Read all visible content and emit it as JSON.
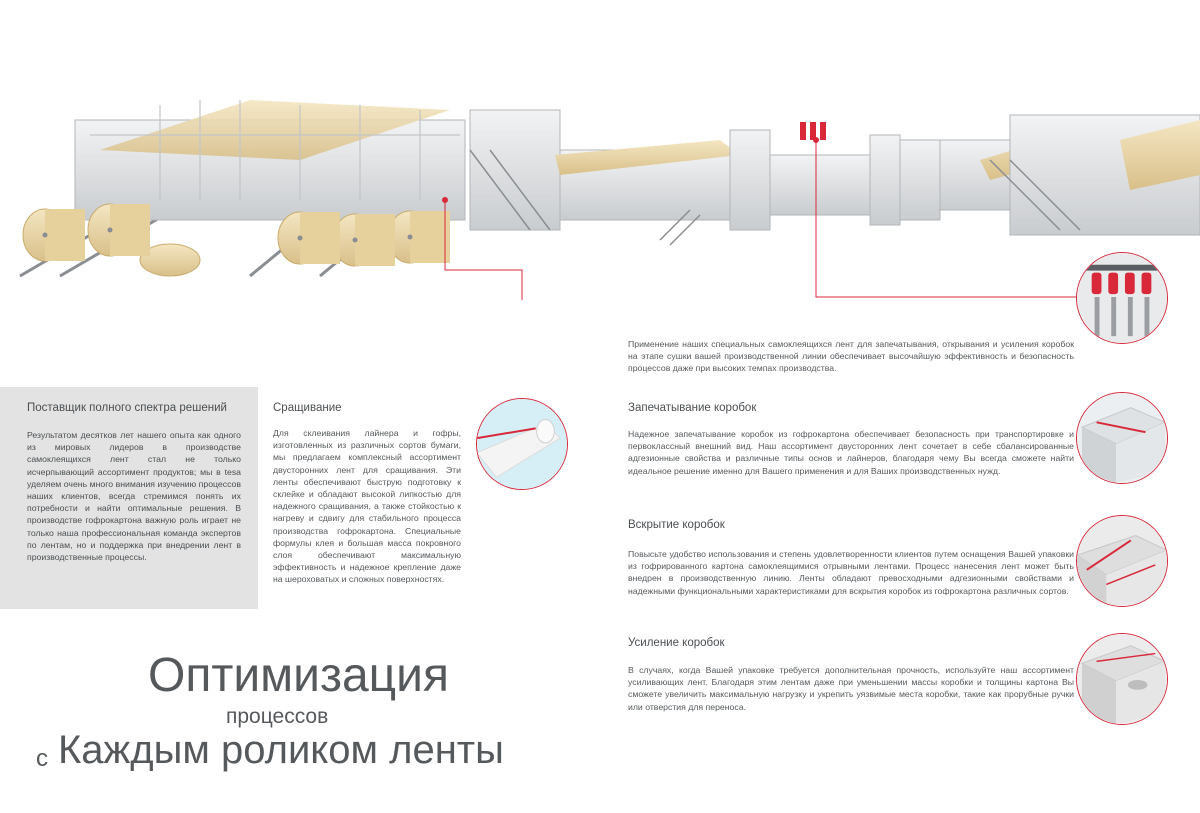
{
  "sidebar": {
    "title": "Поставщик полного спектра решений",
    "text": "Результатом десятков лет нашего опыта как одного из мировых лидеров в производстве самоклеящихся лент стал не только исчерпывающий ассортимент продуктов; мы в tesa уделяем очень много внимания изучению процессов наших клиентов, всегда стремимся понять их потребности и найти оптимальные решения. В производстве гофрокартона важную роль играет не только наша профессиональная команда экспертов по лентам, но и поддержка при внедрении лент в производственные процессы."
  },
  "splicing": {
    "title": "Сращивание",
    "text": "Для склеивания лайнера и гофры, изготовленных из различных сортов бумаги, мы предлагаем комплексный ассортимент двусторонних лент для сращивания. Эти ленты обеспечивают быструю подготовку к склейке и обладают высокой липкостью для надежного сращивания, а также стойкостью к нагреву и сдвигу для стабильного процесса производства гофрокартона. Специальные формулы клея и большая масса покровного слоя обеспечивают максимальную эффективность и надежное крепление даже на шероховатых и сложных поверхностях."
  },
  "intro": {
    "text": "Применение наших специальных самоклеящихся лент для запечатывания, открывания и усиления коробок на этапе сушки вашей производственной линии обеспечивает высочайшую эффективность и безопасность процессов даже при высоких темпах производства."
  },
  "sealing": {
    "title": "Запечатывание коробок",
    "text": "Надежное запечатывание коробок из гофрокартона обеспечивает безопасность при транспортировке и первоклассный внешний вид. Наш ассортимент двусторонних лент сочетает в себе сбалансированные адгезионные свойства и различные типы основ и лайнеров, благодаря чему Вы всегда сможете найти идеальное решение именно для Вашего применения и для Ваших производственных нужд."
  },
  "opening": {
    "title": "Вскрытие коробок",
    "text": "Повысьте удобство использования и степень удовлетворенности клиентов путем оснащения Вашей упаковки из гофрированного картона самоклеящимися отрывными лентами. Процесс нанесения лент может быть внедрен в производственную линию. Ленты обладают превосходными адгезионными свойствами и надежными функциональными характеристиками для вскрытия коробок из гофрокартона различных сортов."
  },
  "reinforcing": {
    "title": "Усиление коробок",
    "text": "В случаях, когда Вашей упаковке требуется дополнительная прочность, используйте наш ассортимент усиливающих лент. Благодаря этим лентам даже при уменьшении массы коробки и толщины картона Вы сможете увеличить максимальную нагрузку и укрепить уязвимые места коробки, такие как прорубные ручки или отверстия для переноса."
  },
  "headline": {
    "line1": "Оптимизация",
    "line2": "процессов",
    "line3_prefix": "с",
    "line3": "Каждым роликом ленты"
  },
  "colors": {
    "accent": "#d8283a",
    "sidebar_bg": "#e3e3e3",
    "text": "#55595c"
  },
  "icons": [
    "corrugator-line-illustration",
    "tape-roll-icon",
    "printer-head-icon",
    "box-sealing-icon",
    "box-opening-icon",
    "box-reinforcing-icon"
  ]
}
